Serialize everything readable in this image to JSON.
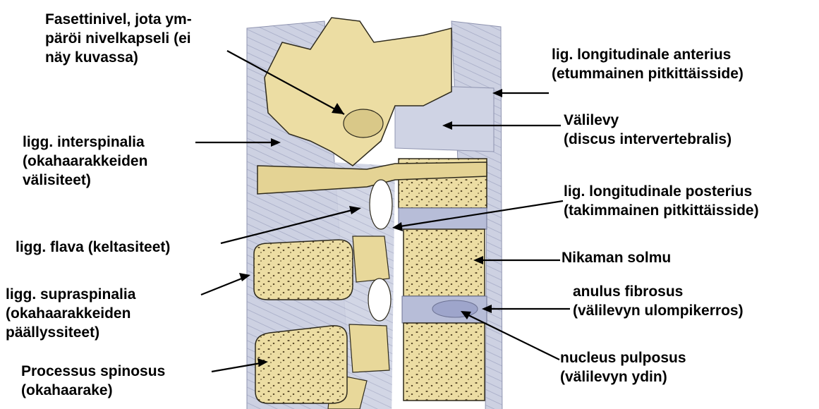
{
  "labels": {
    "facet_joint": [
      "Fasettinivel, jota ym-",
      "päröi nivelkapseli (ei",
      "näy kuvassa)"
    ],
    "lig_long_anterior": [
      "lig. longitudinale anterius",
      "(etummainen pitkittäisside)"
    ],
    "disc": [
      "Välilevy",
      "(discus intervertebralis)"
    ],
    "ligg_interspinalia": [
      "ligg. interspinalia",
      "(okahaarakkeiden",
      "välisiteet)"
    ],
    "lig_long_posterior": [
      "lig. longitudinale posterius",
      "(takimmainen pitkittäisside)"
    ],
    "ligg_flava": [
      "ligg. flava (keltasiteet)"
    ],
    "vertebral_body": [
      "Nikaman solmu"
    ],
    "ligg_supraspinalia": [
      "ligg. supraspinalia",
      "(okahaarakkeiden",
      "päällyssiteet)"
    ],
    "anulus_fibrosus": [
      "anulus fibrosus",
      "(välilevyn ulompikerros)"
    ],
    "nucleus_pulposus": [
      "nucleus pulposus",
      "(välilevyn ydin)"
    ],
    "processus_spinosus": [
      "Processus spinosus",
      "(okahaarake)"
    ]
  },
  "colors": {
    "bone": "#ecdda3",
    "bone_dark": "#c9b774",
    "ligament": "#c9cde0",
    "ligament_dark": "#9aa0bd",
    "disc": "#b7bdd8",
    "outline": "#2e2a1c"
  }
}
